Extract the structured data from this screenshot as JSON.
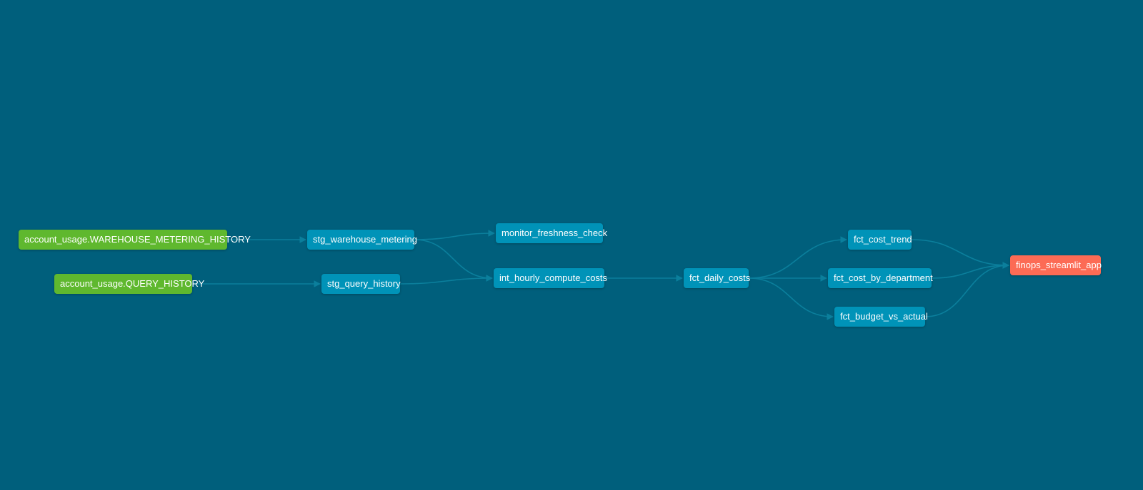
{
  "colors": {
    "background": "#005f7c",
    "source": "#5fb82e",
    "model": "#0093b8",
    "exposure": "#fc6b55",
    "edge": "#0b7f9c"
  },
  "nodes": {
    "src_warehouse": {
      "label": "account_usage.WAREHOUSE_METERING_HISTORY",
      "kind": "source"
    },
    "src_query": {
      "label": "account_usage.QUERY_HISTORY",
      "kind": "source"
    },
    "stg_warehouse_metering": {
      "label": "stg_warehouse_metering",
      "kind": "model"
    },
    "stg_query_history": {
      "label": "stg_query_history",
      "kind": "model"
    },
    "monitor_freshness_check": {
      "label": "monitor_freshness_check",
      "kind": "model"
    },
    "int_hourly_compute_costs": {
      "label": "int_hourly_compute_costs",
      "kind": "model"
    },
    "fct_daily_costs": {
      "label": "fct_daily_costs",
      "kind": "model"
    },
    "fct_cost_trend": {
      "label": "fct_cost_trend",
      "kind": "model"
    },
    "fct_cost_by_department": {
      "label": "fct_cost_by_department",
      "kind": "model"
    },
    "fct_budget_vs_actual": {
      "label": "fct_budget_vs_actual",
      "kind": "model"
    },
    "finops_streamlit_app": {
      "label": "finops_streamlit_app",
      "kind": "exposure"
    }
  },
  "edges": [
    [
      "src_warehouse",
      "stg_warehouse_metering"
    ],
    [
      "src_query",
      "stg_query_history"
    ],
    [
      "stg_warehouse_metering",
      "monitor_freshness_check"
    ],
    [
      "stg_warehouse_metering",
      "int_hourly_compute_costs"
    ],
    [
      "stg_query_history",
      "int_hourly_compute_costs"
    ],
    [
      "int_hourly_compute_costs",
      "fct_daily_costs"
    ],
    [
      "fct_daily_costs",
      "fct_cost_trend"
    ],
    [
      "fct_daily_costs",
      "fct_cost_by_department"
    ],
    [
      "fct_daily_costs",
      "fct_budget_vs_actual"
    ],
    [
      "fct_cost_trend",
      "finops_streamlit_app"
    ],
    [
      "fct_cost_by_department",
      "finops_streamlit_app"
    ],
    [
      "fct_budget_vs_actual",
      "finops_streamlit_app"
    ]
  ]
}
